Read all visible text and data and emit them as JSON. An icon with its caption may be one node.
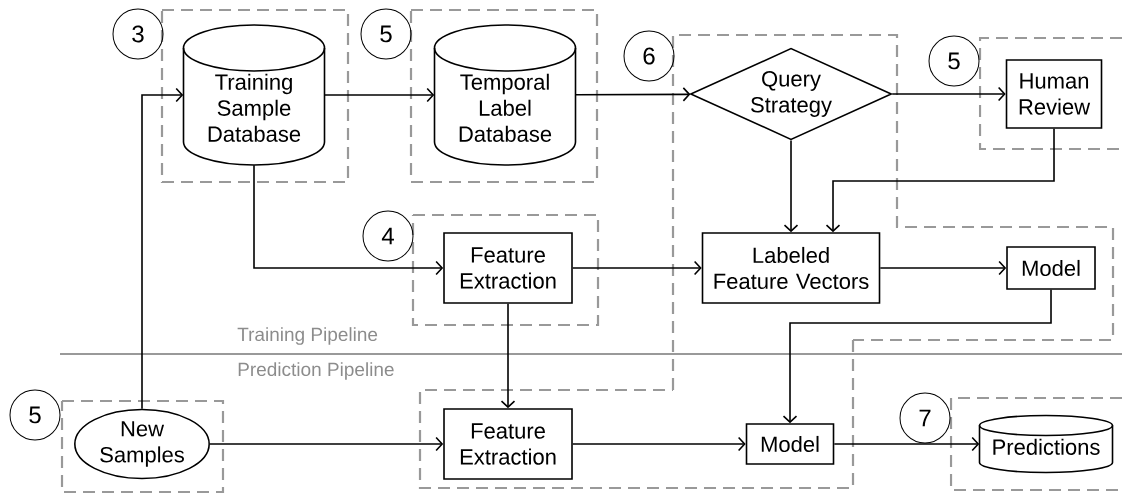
{
  "diagram": {
    "nodes": [
      {
        "text": [
          "3"
        ]
      },
      {
        "text": [
          "Training Sample Database"
        ]
      },
      {
        "text": [
          "5"
        ]
      },
      {
        "text": [
          "Temporal Label Database"
        ]
      },
      {
        "text": [
          "6"
        ]
      },
      {
        "text": [
          "Query Strategy"
        ]
      },
      {
        "text": [
          "5"
        ]
      },
      {
        "text": [
          "Human Review"
        ]
      },
      {
        "text": [
          "4"
        ]
      },
      {
        "text": [
          "Feature Extraction"
        ]
      },
      {
        "text": [
          "Labeled Feature Vectors"
        ]
      },
      {
        "text": [
          "Model"
        ]
      },
      {
        "text": [
          "5"
        ]
      },
      {
        "text": [
          "New Samples"
        ]
      },
      {
        "text": [
          "Feature Extraction"
        ]
      },
      {
        "text": [
          "Model"
        ]
      },
      {
        "text": [
          "7"
        ]
      },
      {
        "text": [
          "Predictions"
        ]
      }
    ],
    "edges": [
      {
        "from": 13,
        "to": 1,
        "arrow": "to"
      },
      {
        "from": 1,
        "to": 3,
        "arrow": "to"
      },
      {
        "from": 3,
        "to": 5,
        "arrow": "to"
      },
      {
        "from": 5,
        "to": 7,
        "arrow": "to"
      },
      {
        "from": 5,
        "to": 10,
        "arrow": "to"
      },
      {
        "from": 7,
        "to": 10,
        "arrow": "to"
      },
      {
        "from": 1,
        "to": 9,
        "arrow": "to"
      },
      {
        "from": 9,
        "to": 10,
        "arrow": "to"
      },
      {
        "from": 10,
        "to": 11,
        "arrow": "to"
      },
      {
        "from": 9,
        "to": 14,
        "arrow": "to"
      },
      {
        "from": 11,
        "to": 15,
        "arrow": "to"
      },
      {
        "from": 13,
        "to": 14,
        "arrow": "to"
      },
      {
        "from": 14,
        "to": 15,
        "arrow": "to"
      },
      {
        "from": 15,
        "to": 17,
        "arrow": "to"
      }
    ],
    "labels": [
      "Training Pipeline",
      "Prediction Pipeline"
    ]
  }
}
